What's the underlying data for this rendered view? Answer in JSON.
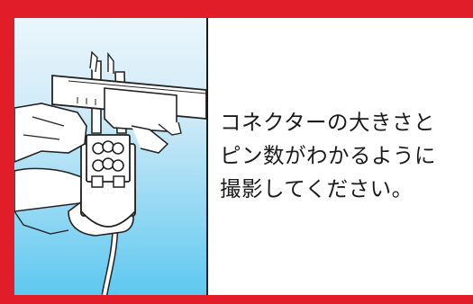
{
  "caption": {
    "line1": "コネクターの大きさと",
    "line2": "ピン数がわかるように",
    "line3": "撮影してください。"
  },
  "colors": {
    "frame": "#e21d2a",
    "sky_top": "#eaf6fc",
    "sky_bottom": "#5ec8f0",
    "caliper": "#ffffff",
    "outline": "#222222",
    "text": "#1a1a1a"
  },
  "illustration": {
    "subject": "caliper-measuring-connector",
    "connector_pin_count": 6
  }
}
